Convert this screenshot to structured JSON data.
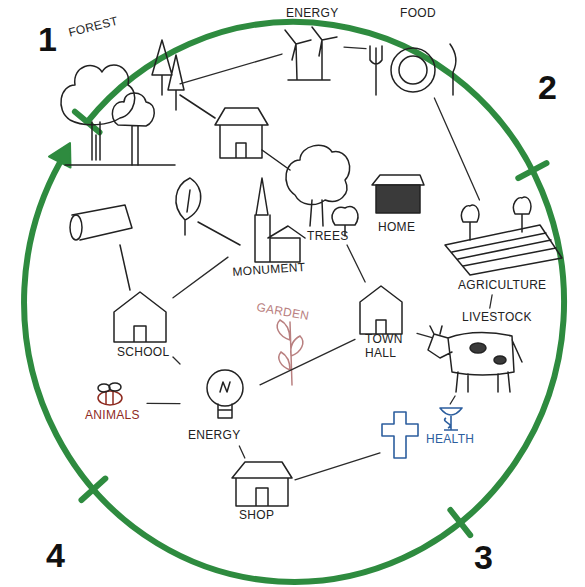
{
  "diagram": {
    "nodes": [
      {
        "text": [
          "ENERGY"
        ]
      },
      {
        "text": [
          "FOOD"
        ]
      },
      {
        "text": [
          "FOREST"
        ]
      },
      {
        "text": [
          "TREES"
        ]
      },
      {
        "text": [
          "HOME"
        ]
      },
      {
        "text": [
          "AGRICULTURE"
        ]
      },
      {
        "text": [
          "MONUMENT"
        ]
      },
      {
        "text": [
          "GARDEN"
        ]
      },
      {
        "text": [
          "TOWN HALL"
        ]
      },
      {
        "text": [
          "LIVESTOCK"
        ]
      },
      {
        "text": [
          "SCHOOL"
        ]
      },
      {
        "text": [
          "ANIMALS"
        ]
      },
      {
        "text": [
          "ENERGY"
        ]
      },
      {
        "text": [
          "HEALTH"
        ]
      },
      {
        "text": [
          "SHOP"
        ]
      }
    ],
    "edges": [
      {
        "from": 2,
        "to": 0,
        "arrow": "none"
      },
      {
        "from": 0,
        "to": 1,
        "arrow": "none"
      },
      {
        "from": 1,
        "to": 5,
        "arrow": "none"
      },
      {
        "from": 3,
        "to": 8,
        "arrow": "none"
      },
      {
        "from": 5,
        "to": 9,
        "arrow": "none"
      },
      {
        "from": 8,
        "to": 9,
        "arrow": "none"
      },
      {
        "from": 9,
        "to": 13,
        "arrow": "none"
      },
      {
        "from": 13,
        "to": 14,
        "arrow": "none"
      },
      {
        "from": 14,
        "to": 12,
        "arrow": "none"
      },
      {
        "from": 12,
        "to": 11,
        "arrow": "none"
      },
      {
        "from": 12,
        "to": 10,
        "arrow": "none"
      },
      {
        "from": 12,
        "to": 8,
        "arrow": "none"
      },
      {
        "from": 10,
        "to": 6,
        "arrow": "none"
      }
    ],
    "labels": [
      "1",
      "2",
      "3",
      "4"
    ]
  }
}
